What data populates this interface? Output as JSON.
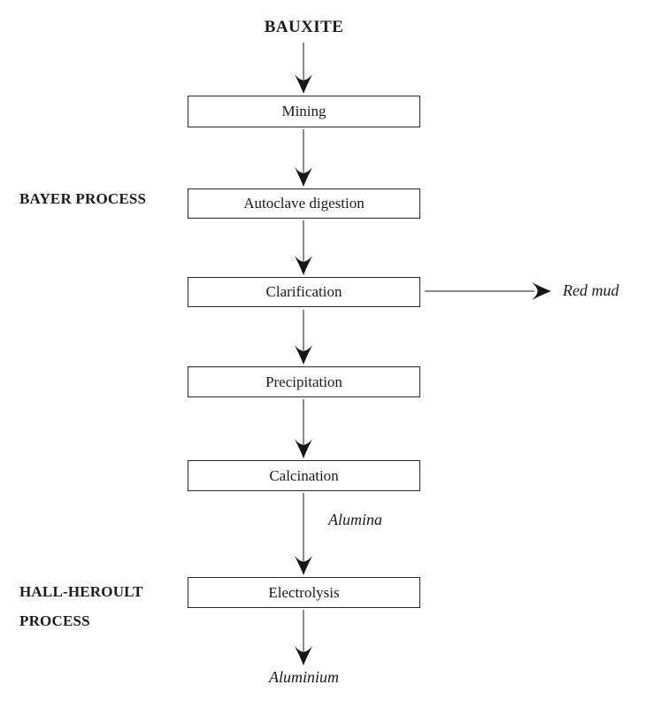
{
  "diagram": {
    "input": "BAUXITE",
    "groups": {
      "bayer": "BAYER PROCESS",
      "hall_line1": "HALL-HEROULT",
      "hall_line2": "PROCESS"
    },
    "steps": [
      "Mining",
      "Autoclave digestion",
      "Clarification",
      "Precipitation",
      "Calcination",
      "Electrolysis"
    ],
    "byproduct_label": "Red mud",
    "intermediate_label": "Alumina",
    "output_label": "Aluminium",
    "edges": [
      {
        "from": "BAUXITE",
        "to": "Mining"
      },
      {
        "from": "Mining",
        "to": "Autoclave digestion"
      },
      {
        "from": "Autoclave digestion",
        "to": "Clarification"
      },
      {
        "from": "Clarification",
        "to": "Red mud",
        "direction": "right"
      },
      {
        "from": "Clarification",
        "to": "Precipitation"
      },
      {
        "from": "Precipitation",
        "to": "Calcination"
      },
      {
        "from": "Calcination",
        "to": "Electrolysis",
        "via_label": "Alumina"
      },
      {
        "from": "Electrolysis",
        "to": "Aluminium"
      }
    ],
    "colors": {
      "background": "#ffffff",
      "text": "#1b1b1d",
      "box_border": "#272727",
      "arrow_shaft": "#8b8b8b",
      "arrowhead": "#161616"
    }
  }
}
